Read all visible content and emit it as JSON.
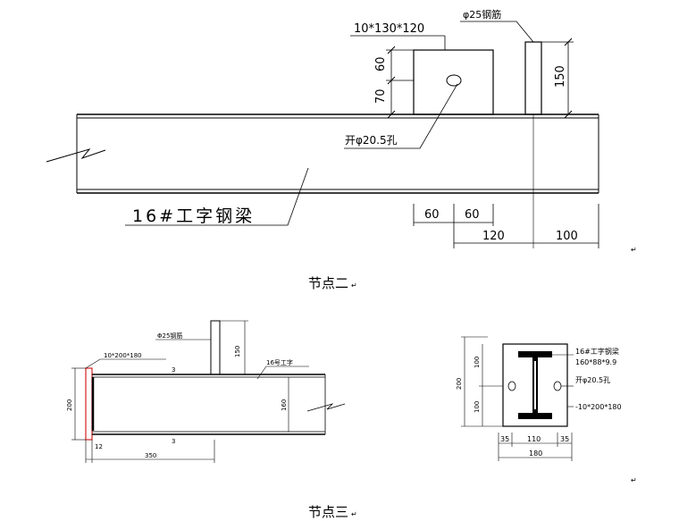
{
  "node2": {
    "plate_label": "10*130*120",
    "rebar_label": "φ25钢筋",
    "dim_60": "60",
    "dim_70": "70",
    "dim_150": "150",
    "hole_label": "开φ20.5孔",
    "beam_label": "16#工字钢梁",
    "bot_60a": "60",
    "bot_60b": "60",
    "bot_120": "120",
    "bot_100": "100",
    "caption": "节点二",
    "mark": "↵"
  },
  "node3": {
    "rebar_label": "Φ25钢筋",
    "rebar_dim": "150",
    "plate_label": "10*200*180",
    "weld_top": "3",
    "weld_bot": "3",
    "beam_label": "16号工字",
    "height_dim": "160",
    "left_dim": "200",
    "dim_12": "12",
    "dim_350": "350",
    "caption": "节点三",
    "mark": "↵"
  },
  "section": {
    "dim_200": "200",
    "dim_100a": "100",
    "dim_100b": "100",
    "beam_label": "16#工字钢梁",
    "beam_spec": "160*88*9.9",
    "hole_label": "开φ20.5孔",
    "plate_label": "-10*200*180",
    "dim_35a": "35",
    "dim_110": "110",
    "dim_35b": "35",
    "dim_180": "180",
    "mark": "↵"
  }
}
